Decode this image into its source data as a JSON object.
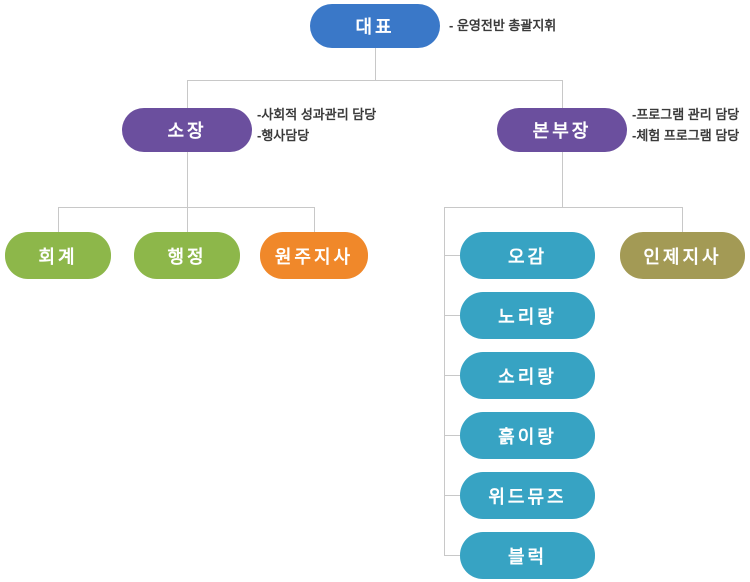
{
  "diagram": {
    "type": "org-chart",
    "root": {
      "label": "대표",
      "note": "- 운영전반 총괄지휘"
    },
    "managers": [
      {
        "label": "소장",
        "notes": [
          "-사회적 성과관리 담당",
          "-행사담당"
        ]
      },
      {
        "label": "본부장",
        "notes": [
          "-프로그램 관리 담당",
          "-체험 프로그램 담당"
        ]
      }
    ],
    "director_children": [
      {
        "label": "회계"
      },
      {
        "label": "행정"
      },
      {
        "label": "원주지사"
      }
    ],
    "hq_children": [
      {
        "label": "오감"
      },
      {
        "label": "인제지사"
      },
      {
        "label": "노리랑"
      },
      {
        "label": "소리랑"
      },
      {
        "label": "흙이랑"
      },
      {
        "label": "위드뮤즈"
      },
      {
        "label": "블럭"
      }
    ],
    "colors": {
      "ceo_blue": "#3a78c8",
      "manager_purple": "#6b4f9e",
      "dept_green": "#8db74a",
      "branch_orange": "#f0882a",
      "program_teal": "#37a3c3",
      "branch_olive": "#a39a55",
      "connector_gray": "#c8c8c8",
      "note_text": "#3a3a3a"
    }
  }
}
